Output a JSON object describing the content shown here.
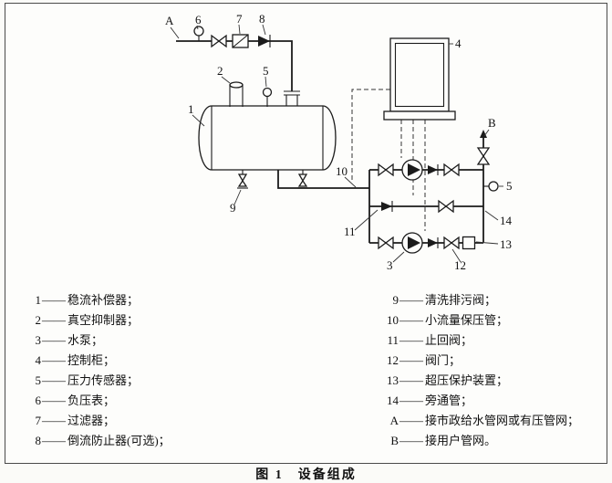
{
  "figure": {
    "caption": "图 1　设备组成"
  },
  "diagram": {
    "labels": {
      "a": "A",
      "n6": "6",
      "n7": "7",
      "n8": "8",
      "n2": "2",
      "n5_top": "5",
      "n1": "1",
      "n4": "4",
      "b": "B",
      "n9": "9",
      "n10": "10",
      "n11": "11",
      "n3": "3",
      "n12": "12",
      "n5_right": "5",
      "n14": "14",
      "n13": "13"
    }
  },
  "legend": {
    "dash": "——",
    "left": [
      {
        "key": "1",
        "text": "稳流补偿器；"
      },
      {
        "key": "2",
        "text": "真空抑制器；"
      },
      {
        "key": "3",
        "text": "水泵；"
      },
      {
        "key": "4",
        "text": "控制柜；"
      },
      {
        "key": "5",
        "text": "压力传感器；"
      },
      {
        "key": "6",
        "text": "负压表；"
      },
      {
        "key": "7",
        "text": "过滤器；"
      },
      {
        "key": "8",
        "text": "倒流防止器(可选)；"
      }
    ],
    "right": [
      {
        "key": "9",
        "text": "清洗排污阀；"
      },
      {
        "key": "10",
        "text": "小流量保压管；"
      },
      {
        "key": "11",
        "text": "止回阀；"
      },
      {
        "key": "12",
        "text": "阀门；"
      },
      {
        "key": "13",
        "text": "超压保护装置；"
      },
      {
        "key": "14",
        "text": "旁通管；"
      },
      {
        "key": "A",
        "text": "接市政给水管网或有压管网；"
      },
      {
        "key": "B",
        "text": "接用户管网。"
      }
    ]
  }
}
